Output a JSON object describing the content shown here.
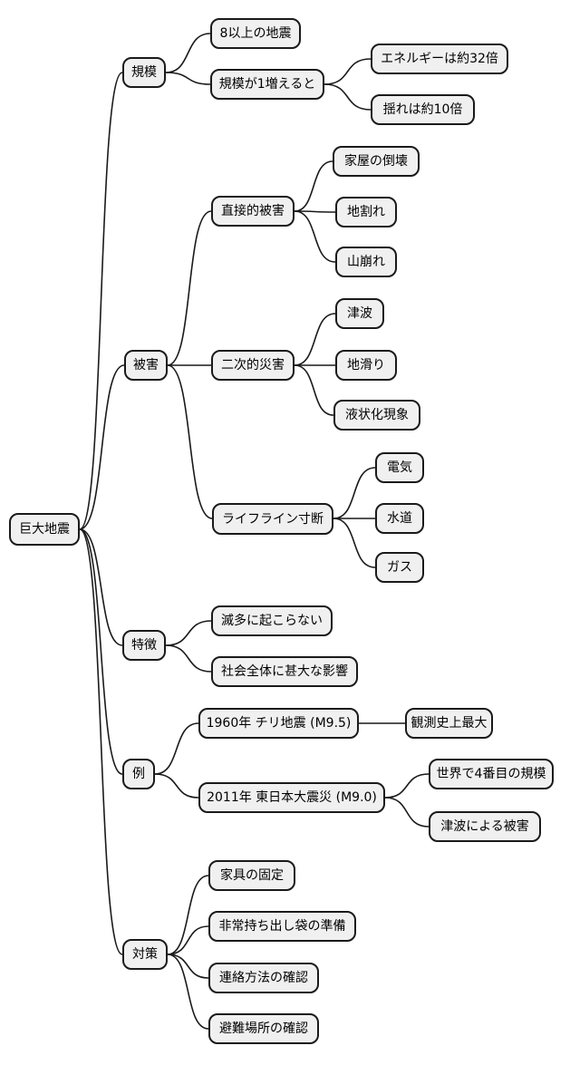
{
  "colors": {
    "background": "#ffffff",
    "node_fill": "#f0f0f0",
    "node_border": "#1a1a1a",
    "connector": "#1a1a1a",
    "text": "#000000"
  },
  "mindmap": {
    "root": {
      "label": "巨大地震",
      "children": [
        {
          "label": "規模",
          "children": [
            {
              "label": "8以上の地震",
              "children": []
            },
            {
              "label": "規模が1増えると",
              "children": [
                {
                  "label": "エネルギーは約32倍",
                  "children": []
                },
                {
                  "label": "揺れは約10倍",
                  "children": []
                }
              ]
            }
          ]
        },
        {
          "label": "被害",
          "children": [
            {
              "label": "直接的被害",
              "children": [
                {
                  "label": "家屋の倒壊",
                  "children": []
                },
                {
                  "label": "地割れ",
                  "children": []
                },
                {
                  "label": "山崩れ",
                  "children": []
                }
              ]
            },
            {
              "label": "二次的災害",
              "children": [
                {
                  "label": "津波",
                  "children": []
                },
                {
                  "label": "地滑り",
                  "children": []
                },
                {
                  "label": "液状化現象",
                  "children": []
                }
              ]
            },
            {
              "label": "ライフライン寸断",
              "children": [
                {
                  "label": "電気",
                  "children": []
                },
                {
                  "label": "水道",
                  "children": []
                },
                {
                  "label": "ガス",
                  "children": []
                }
              ]
            }
          ]
        },
        {
          "label": "特徴",
          "children": [
            {
              "label": "滅多に起こらない",
              "children": []
            },
            {
              "label": "社会全体に甚大な影響",
              "children": []
            }
          ]
        },
        {
          "label": "例",
          "children": [
            {
              "label": "1960年 チリ地震 (M9.5)",
              "children": [
                {
                  "label": "観測史上最大",
                  "children": []
                }
              ]
            },
            {
              "label": "2011年 東日本大震災 (M9.0)",
              "children": [
                {
                  "label": "世界で4番目の規模",
                  "children": []
                },
                {
                  "label": "津波による被害",
                  "children": []
                }
              ]
            }
          ]
        },
        {
          "label": "対策",
          "children": [
            {
              "label": "家具の固定",
              "children": []
            },
            {
              "label": "非常持ち出し袋の準備",
              "children": []
            },
            {
              "label": "連絡方法の確認",
              "children": []
            },
            {
              "label": "避難場所の確認",
              "children": []
            }
          ]
        }
      ]
    }
  }
}
